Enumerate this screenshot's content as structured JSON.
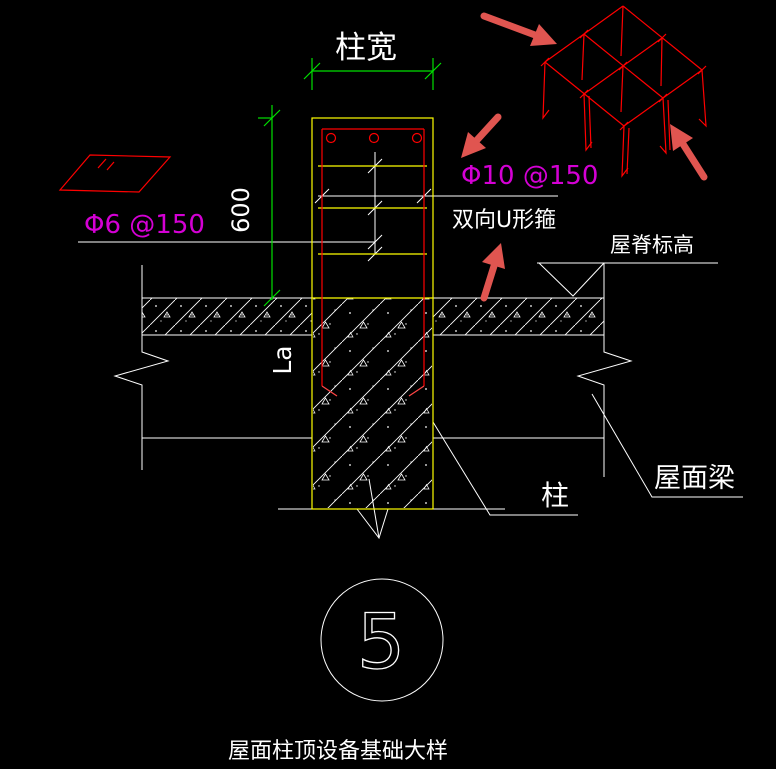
{
  "title_block": {
    "detail_number": "5",
    "detail_name": "屋面柱顶设备基础大样"
  },
  "dimensions": {
    "column_width_label": "柱宽",
    "height_dim": "600",
    "lap_length": "La"
  },
  "rebar_labels": {
    "small_stirrup": "Φ6 @150",
    "large_stirrup": "Φ10 @150",
    "stirrup_note": "双向U形箍"
  },
  "callouts": {
    "ridge_elevation": "屋脊标高",
    "roof_beam": "屋面梁",
    "column": "柱"
  },
  "colors": {
    "background": "#000000",
    "structure_white": "#ffffff",
    "dimension_green": "#00e000",
    "column_yellow": "#ffff00",
    "rebar_red": "#ff0000",
    "label_magenta": "#d400d4",
    "marker_arrow_pink": "#e05550"
  }
}
